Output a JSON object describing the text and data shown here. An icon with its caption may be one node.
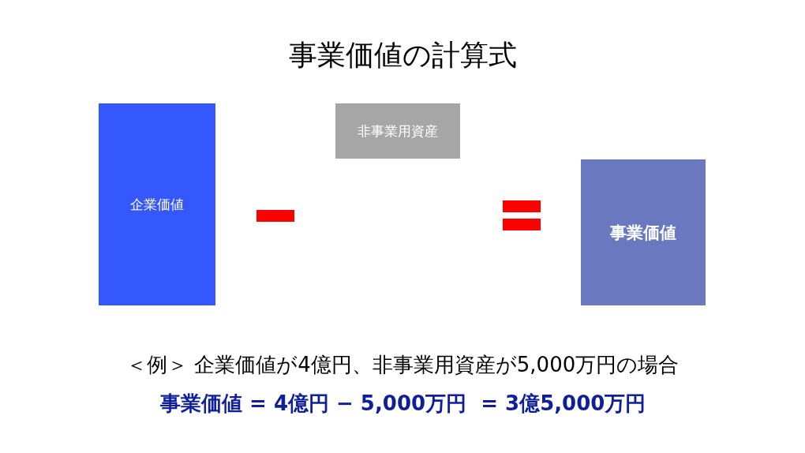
{
  "diagram": {
    "title": "事業価値の計算式",
    "nodes": [
      {
        "text": [
          "企業価値"
        ]
      },
      {
        "text": [
          "非事業用資産"
        ]
      },
      {
        "text": [
          "事業価値"
        ]
      }
    ],
    "labels": [
      "＜例＞ 企業価値が4億円、非事業用資産が5,000万円の場合",
      "事業価値 = 4億円 − 5,000万円  = 3億5,000万円"
    ]
  }
}
